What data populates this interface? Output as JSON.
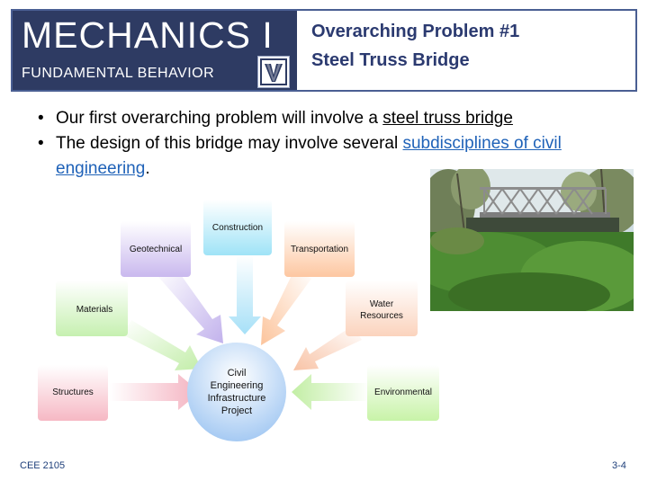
{
  "header": {
    "brand_title": "MECHANICS I",
    "brand_subtitle": "FUNDAMENTAL BEHAVIOR",
    "logo_icon": "villanova-v-icon",
    "topic_line1": "Overarching Problem #1",
    "topic_line2": "Steel Truss Bridge"
  },
  "bullets": {
    "b1_pre": "Our first overarching problem will involve a ",
    "b1_link": "steel truss bridge",
    "b2_pre": "The design of this bridge may involve several ",
    "b2_link": "subdisciplines of civil engineering",
    "b2_post": "."
  },
  "diagram": {
    "hub": "Civil Engineering Infrastructure Project",
    "nodes": {
      "construction": "Construction",
      "geotechnical": "Geotechnical",
      "transportation": "Transportation",
      "materials": "Materials",
      "water": "Water Resources",
      "structures": "Structures",
      "environmental": "Environmental"
    }
  },
  "footer": {
    "course": "CEE 2105",
    "page": "3-4"
  },
  "colors": {
    "banner": "#2e3b63",
    "title_blue": "#2b3a70",
    "link_blue": "#1f62b8"
  }
}
